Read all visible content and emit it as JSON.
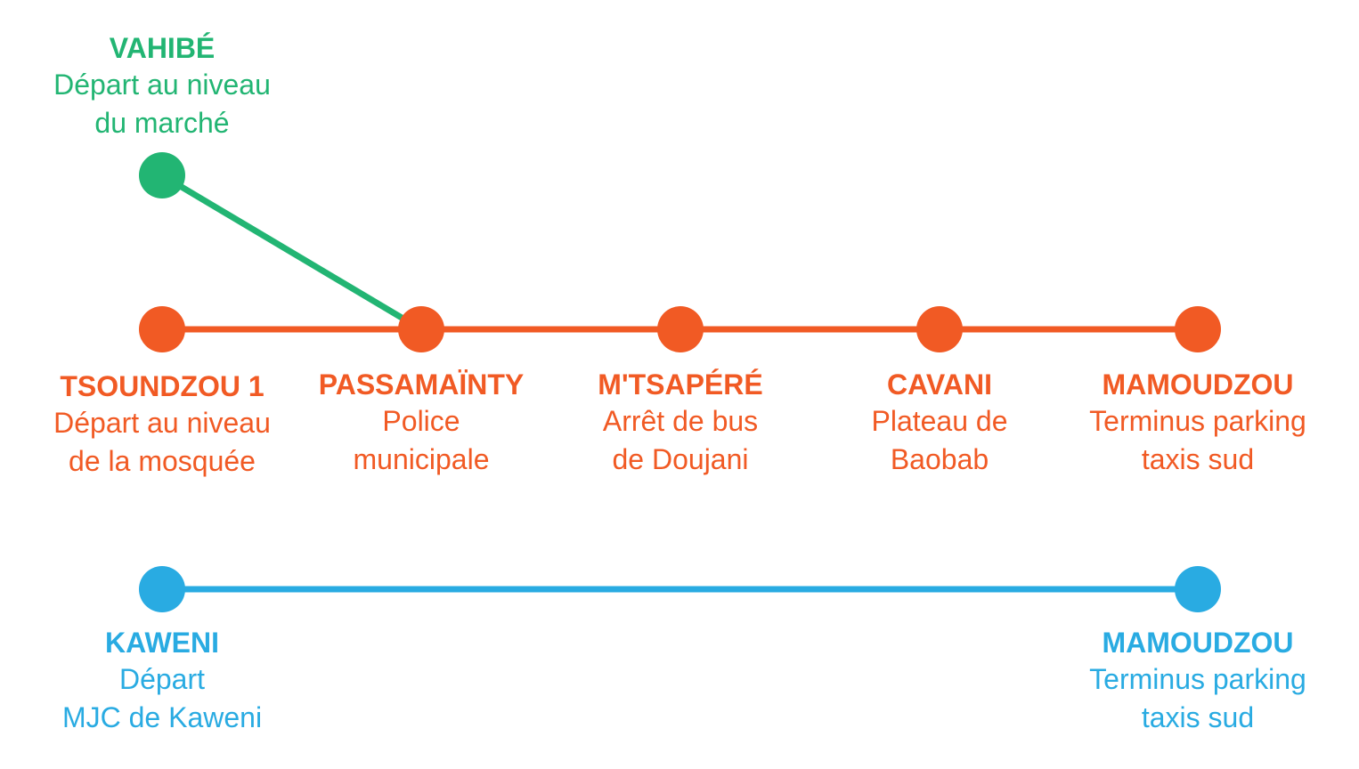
{
  "colors": {
    "green": "#22b573",
    "orange": "#f15a24",
    "blue": "#29abe2"
  },
  "lines": {
    "green": {
      "stops": [
        {
          "name": "VAHIBÉ",
          "desc": [
            "Départ au niveau",
            "du marché"
          ]
        }
      ]
    },
    "orange": {
      "stops": [
        {
          "name": "TSOUNDZOU 1",
          "desc": [
            "Départ au niveau",
            "de la mosquée"
          ]
        },
        {
          "name": "PASSAMAÏNTY",
          "desc": [
            "Police",
            "municipale"
          ]
        },
        {
          "name": "M'TSAPÉRÉ",
          "desc": [
            "Arrêt de bus",
            "de Doujani"
          ]
        },
        {
          "name": "CAVANI",
          "desc": [
            "Plateau de",
            "Baobab"
          ]
        },
        {
          "name": "MAMOUDZOU",
          "desc": [
            "Terminus parking",
            "taxis sud"
          ]
        }
      ]
    },
    "blue": {
      "stops": [
        {
          "name": "KAWENI",
          "desc": [
            "Départ",
            "MJC de Kaweni"
          ]
        },
        {
          "name": "MAMOUDZOU",
          "desc": [
            "Terminus parking",
            "taxis sud"
          ]
        }
      ]
    }
  }
}
